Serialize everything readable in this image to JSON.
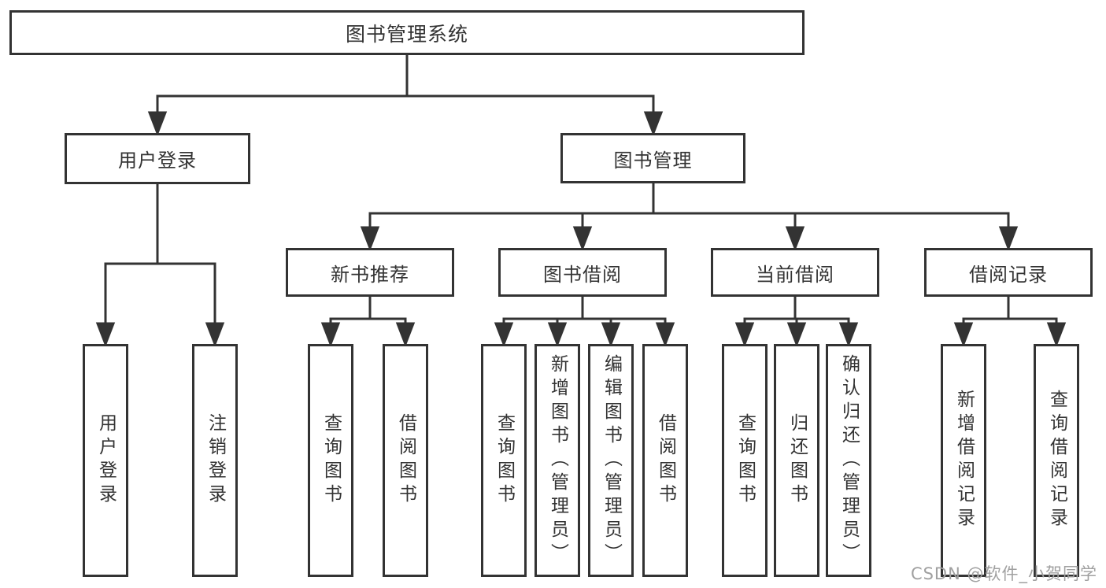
{
  "colors": {
    "line": "#333333",
    "text": "#333333",
    "background": "#ffffff",
    "watermark": "#a0a0a0"
  },
  "watermark": "CSDN @软件_小贺同学",
  "tree": {
    "root": {
      "label": "图书管理系统"
    },
    "branches": [
      {
        "label": "用户登录",
        "children": [
          {
            "label": "用户登录"
          },
          {
            "label": "注销登录"
          }
        ]
      },
      {
        "label": "图书管理",
        "children": [
          {
            "label": "新书推荐",
            "children": [
              {
                "label": "查询图书"
              },
              {
                "label": "借阅图书"
              }
            ]
          },
          {
            "label": "图书借阅",
            "children": [
              {
                "label": "查询图书"
              },
              {
                "label": "新增图书（管理员）"
              },
              {
                "label": "编辑图书（管理员）"
              },
              {
                "label": "借阅图书"
              }
            ]
          },
          {
            "label": "当前借阅",
            "children": [
              {
                "label": "查询图书"
              },
              {
                "label": "归还图书"
              },
              {
                "label": "确认归还（管理员）"
              }
            ]
          },
          {
            "label": "借阅记录",
            "children": [
              {
                "label": "新增借阅记录"
              },
              {
                "label": "查询借阅记录"
              }
            ]
          }
        ]
      }
    ]
  }
}
